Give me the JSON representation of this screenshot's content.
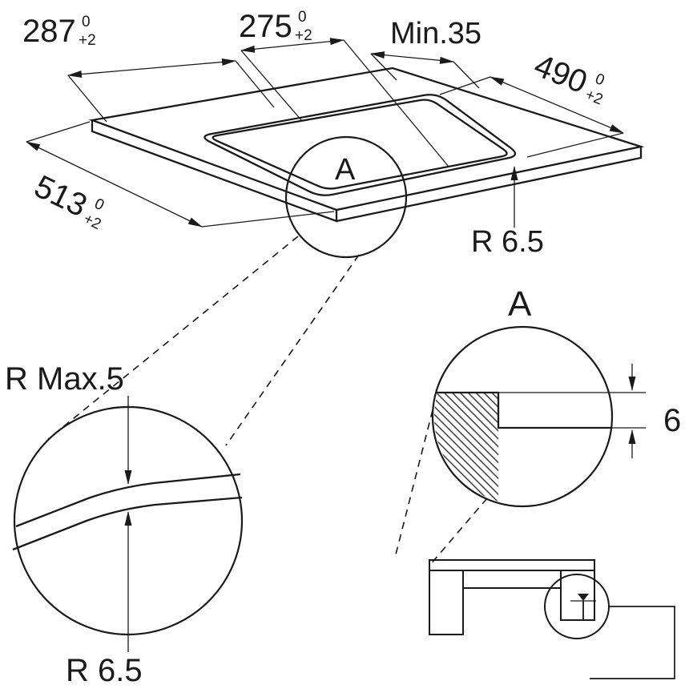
{
  "colors": {
    "ink": "#1a1a1a",
    "background": "#ffffff"
  },
  "labels": {
    "dim_287": {
      "value": "287",
      "tol_upper": "0",
      "tol_lower": "+2"
    },
    "dim_275": {
      "value": "275",
      "tol_upper": "0",
      "tol_lower": "+2"
    },
    "min_distance": "Min.35",
    "dim_490": {
      "value": "490",
      "tol_upper": "0",
      "tol_lower": "+2"
    },
    "dim_513": {
      "value": "513",
      "tol_upper": "0",
      "tol_lower": "+2"
    },
    "cutout_radius": "R 6.5",
    "detail_marker": "A",
    "detail_title": "A",
    "recess_corner_radius": "R Max.5",
    "detail_corner_radius": "R 6.5",
    "recess_depth": "6"
  }
}
